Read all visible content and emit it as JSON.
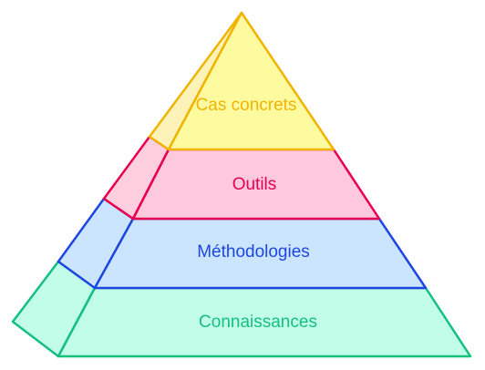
{
  "diagram": {
    "layers": [
      {
        "id": "cas-concrets",
        "label": "Cas concrets",
        "stroke": "#f0b400",
        "fill": "#fefaa0",
        "side_fill": "#fdf3b8",
        "text_color": "#f0b400"
      },
      {
        "id": "outils",
        "label": "Outils",
        "stroke": "#e8004e",
        "fill": "#ffc9dd",
        "side_fill": "#ffcfe0",
        "text_color": "#e8004e"
      },
      {
        "id": "methodologies",
        "label": "Méthodologies",
        "stroke": "#1e46e0",
        "fill": "#cbe5fe",
        "side_fill": "#cbe5fe",
        "text_color": "#1e46e0"
      },
      {
        "id": "connaissances",
        "label": "Connaissances",
        "stroke": "#14c07e",
        "fill": "#c2fdea",
        "side_fill": "#c2fdea",
        "text_color": "#14c07e"
      }
    ]
  }
}
